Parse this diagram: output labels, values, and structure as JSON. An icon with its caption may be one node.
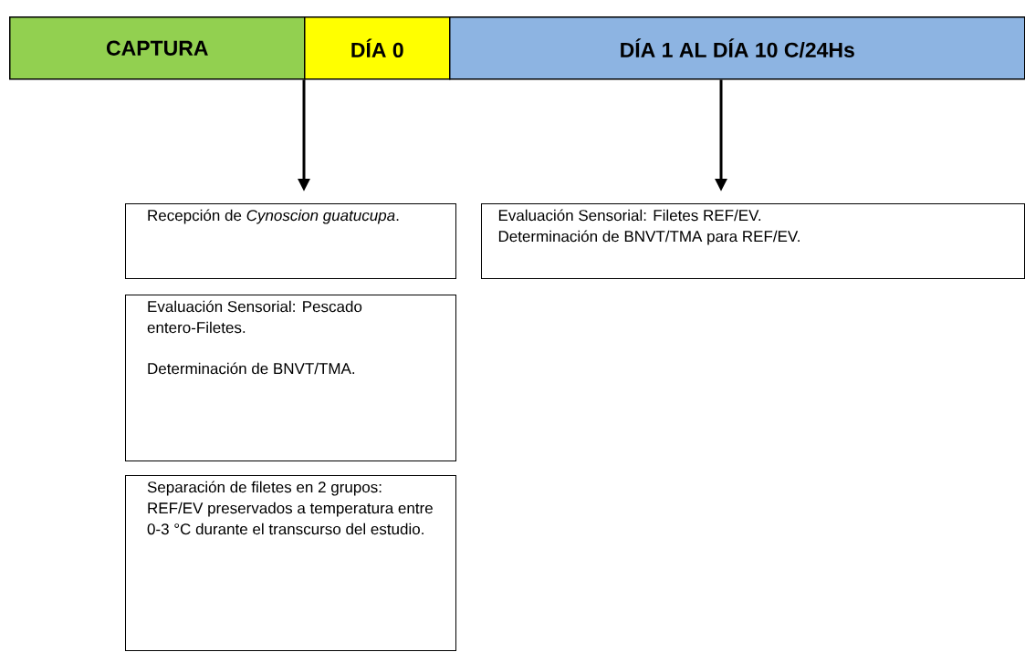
{
  "diagram": {
    "nodes": [
      {
        "text": [
          "CAPTURA"
        ]
      },
      {
        "text": [
          "DÍA 0"
        ]
      },
      {
        "text": [
          "DÍA 1 AL DÍA 10 C/24Hs"
        ]
      },
      {
        "text": [
          "Recepción de *Cynoscion guatucupa*."
        ]
      },
      {
        "text": [
          "Evaluación Sensorial: Pescado entero-Filetes.",
          "Determinación de BNVT/TMA."
        ]
      },
      {
        "text": [
          "Separación de filetes en 2 grupos: REF/EV preservados a temperatura entre 0-3 °C durante el transcurso del estudio."
        ]
      },
      {
        "text": [
          "Evaluación Sensorial: Filetes REF/EV.",
          "Determinación de BNVT/TMA  para REF/EV."
        ]
      }
    ],
    "edges": [
      {
        "from": 1,
        "to": 3,
        "arrow": "to"
      },
      {
        "from": 2,
        "to": 6,
        "arrow": "to"
      }
    ]
  }
}
